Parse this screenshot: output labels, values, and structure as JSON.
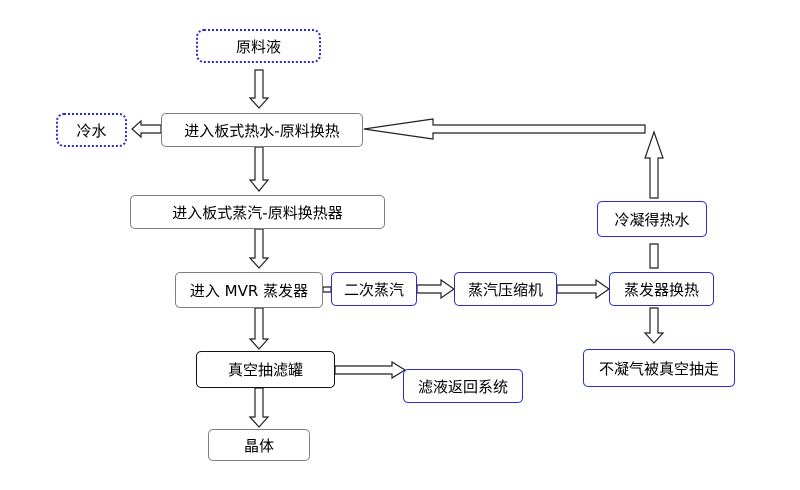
{
  "nodes": {
    "raw_liquid": "原料液",
    "plate_hot_water": "进入板式热水-原料换热",
    "cold_water": "冷水",
    "plate_steam": "进入板式蒸汽-原料换热器",
    "mvr_evaporator": "进入 MVR 蒸发器",
    "secondary_steam": "二次蒸汽",
    "steam_compressor": "蒸汽压缩机",
    "evaporator_heat_exchange": "蒸发器换热",
    "condensed_hot_water": "冷凝得热水",
    "non_condensable_gas": "不凝气被真空抽走",
    "vacuum_filter_tank": "真空抽滤罐",
    "filtrate_return": "滤液返回系统",
    "crystal": "晶体"
  }
}
